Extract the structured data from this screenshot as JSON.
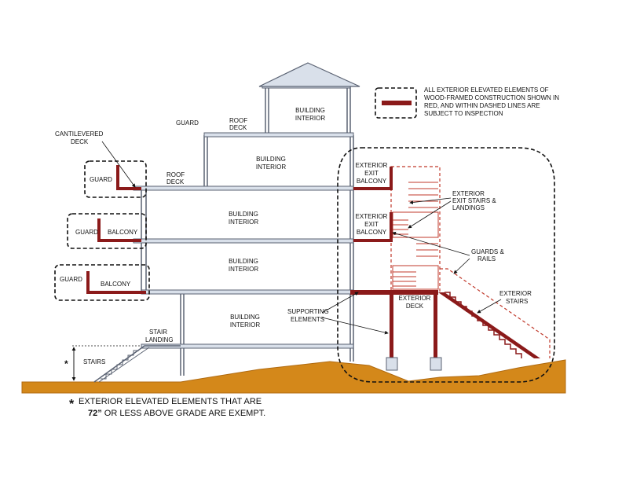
{
  "legend": {
    "lines": [
      "ALL EXTERIOR ELEVATED ELEMENTS OF",
      "WOOD-FRAMED CONSTRUCTION SHOWN IN",
      "RED, AND WITHIN DASHED LINES ARE",
      "SUBJECT TO INSPECTION"
    ]
  },
  "labels": {
    "building_interior": [
      "BUILDING",
      "INTERIOR"
    ],
    "guard": "GUARD",
    "roof_deck": [
      "ROOF",
      "DECK"
    ],
    "cantilevered_deck": [
      "CANTILEVERED",
      "DECK"
    ],
    "balcony": "BALCONY",
    "stair_landing": [
      "STAIR",
      "LANDING"
    ],
    "stairs": "STAIRS",
    "asterisk": "*",
    "exterior_exit_balcony": [
      "EXTERIOR",
      "EXIT",
      "BALCONY"
    ],
    "exterior_exit_stairs_landings": [
      "EXTERIOR",
      "EXIT STAIRS &",
      "LANDINGS"
    ],
    "guards_rails": [
      "GUARDS &",
      "RAILS"
    ],
    "exterior_deck": [
      "EXTERIOR",
      "DECK"
    ],
    "supporting_elements": [
      "SUPPORTING",
      "ELEMENTS"
    ],
    "exterior_stairs": [
      "EXTERIOR",
      "STAIRS"
    ]
  },
  "footnote": {
    "asterisk": "*",
    "line1": "EXTERIOR ELEVATED ELEMENTS THAT ARE",
    "line2_bold": "72”",
    "line2_rest": " OR LESS ABOVE GRADE ARE EXEMPT."
  },
  "colors": {
    "red": "#8b1a1a",
    "floor_fill": "#d9e0ea",
    "floor_stroke": "#5a6272",
    "ground": "#d4881a",
    "ground_dark": "#b06a10"
  }
}
